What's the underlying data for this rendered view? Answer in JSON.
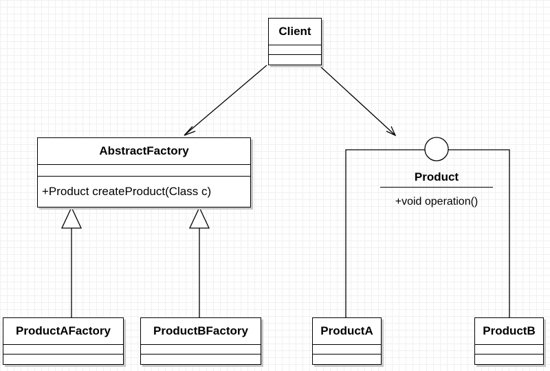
{
  "classes": {
    "client": {
      "name": "Client"
    },
    "abstract_factory": {
      "name": "AbstractFactory",
      "method": "+Product createProduct(Class c)"
    },
    "product_a_factory": {
      "name": "ProductAFactory"
    },
    "product_b_factory": {
      "name": "ProductBFactory"
    },
    "product_a": {
      "name": "ProductA"
    },
    "product_b": {
      "name": "ProductB"
    }
  },
  "interface": {
    "name": "Product",
    "method": "+void operation()"
  },
  "colors": {
    "line": "#000000",
    "grid": "#f0f0f0",
    "shadow": "#c8c8c8",
    "fill": "#ffffff"
  }
}
